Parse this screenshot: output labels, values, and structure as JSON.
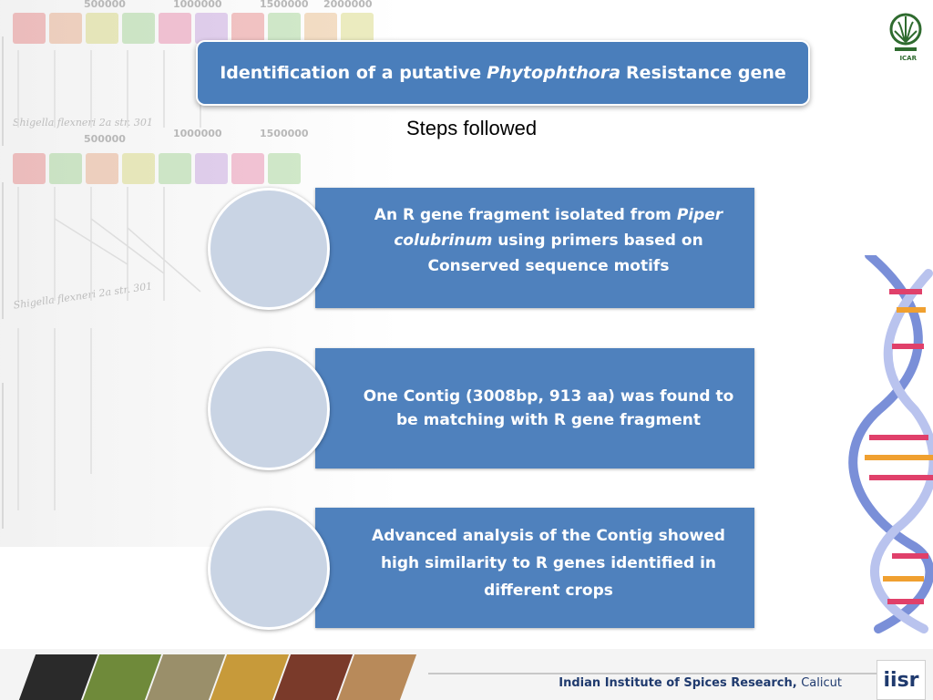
{
  "slide": {
    "title_pre": "Identification of a putative",
    "title_italic": "Phytophthora",
    "title_post": "Resistance gene",
    "subtitle": "Steps followed"
  },
  "steps": [
    {
      "line1_pre": "An R gene fragment  isolated from ",
      "line1_italic": "Piper",
      "line2_italic": "colubrinum",
      "line2_post": "  using primers based on",
      "line3": "Conserved sequence motifs"
    },
    {
      "text": "One Contig (3008bp, 913 aa)  was found to be matching with R gene fragment"
    },
    {
      "text": "Advanced analysis of the Contig showed high similarity to R genes identified in different crops"
    }
  ],
  "background": {
    "ticks": [
      "500000",
      "1000000",
      "1500000",
      "2000000",
      "500000",
      "1000000",
      "1500000"
    ],
    "strain_labels": [
      "Shigella flexneri 2a str. 301",
      "Shigella flexneri 2a str. 301"
    ]
  },
  "logos": {
    "icar": "ICAR",
    "iisr": "iisr"
  },
  "footer": {
    "org": "Indian Institute of Spices Research,",
    "city": "Calicut"
  },
  "colors": {
    "title_bg": "#4a7ebb",
    "panel_bg": "#4f81bd",
    "circle_bg": "#c9d4e4"
  }
}
